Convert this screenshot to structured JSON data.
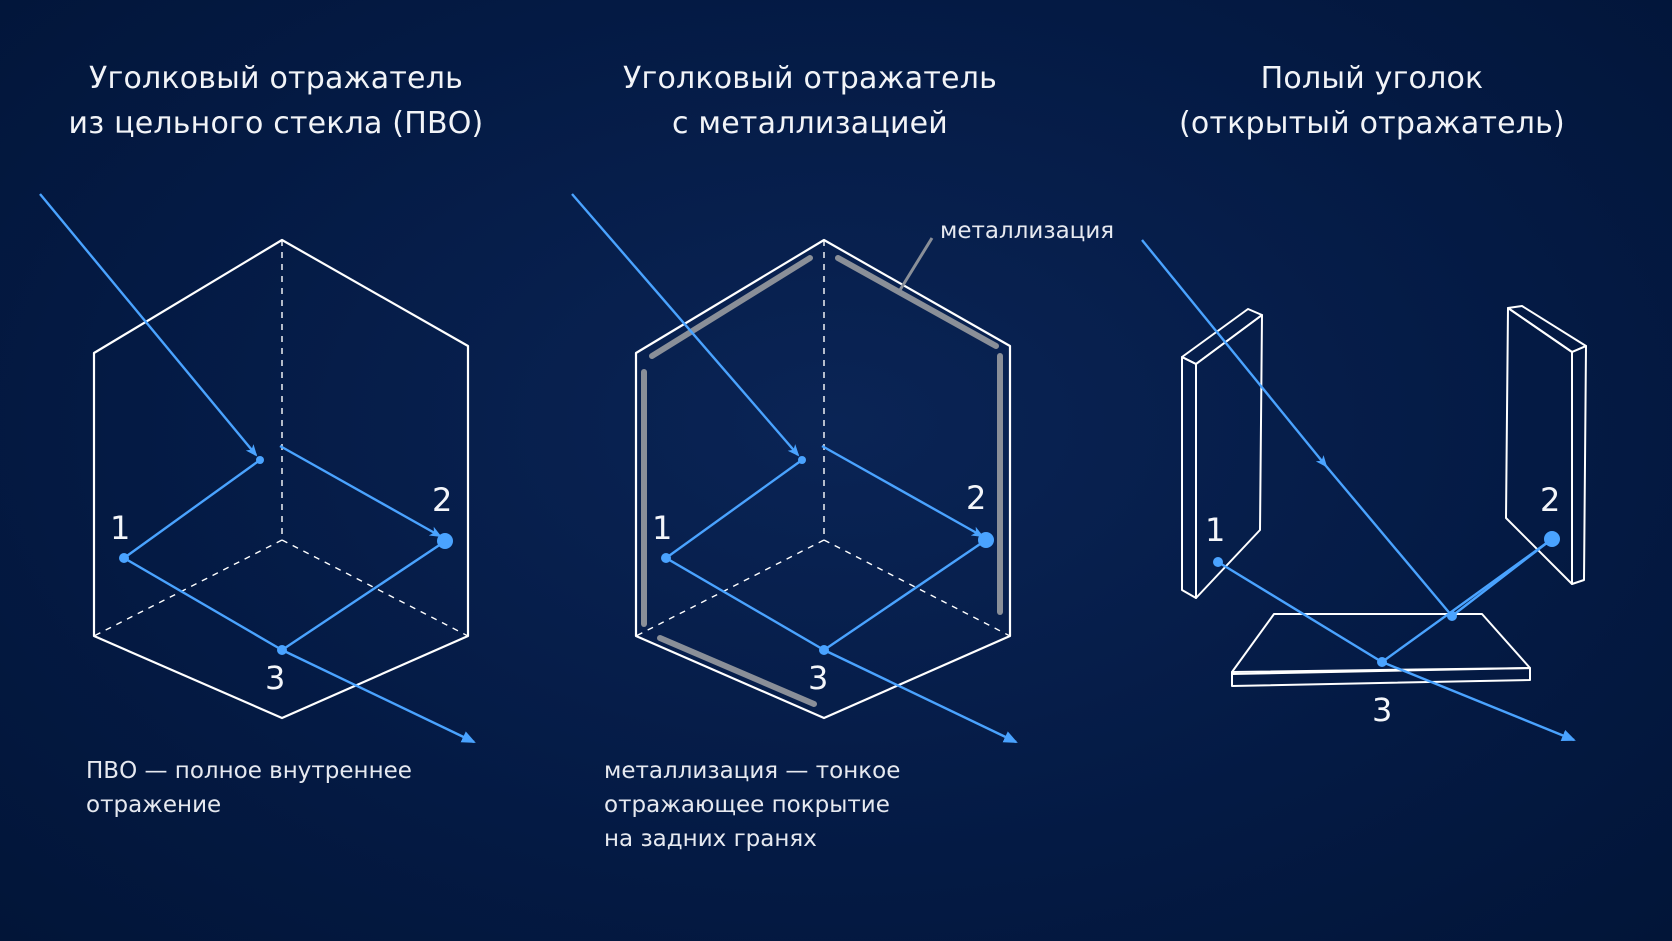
{
  "panels": [
    {
      "title_line1": "Уголковый отражатель",
      "title_line2": "из цельного стекла (ПВО)",
      "point_labels": [
        "1",
        "2",
        "3"
      ],
      "note_lines": [
        "ПВО — полное внутреннее",
        "отражение"
      ]
    },
    {
      "title_line1": "Уголковый отражатель",
      "title_line2": "с металлизацией",
      "callout": "металлизация",
      "point_labels": [
        "1",
        "2",
        "3"
      ],
      "note_lines": [
        "металлизация — тонкое",
        "отражающее покрытие",
        "на задних гранях"
      ]
    },
    {
      "title_line1": "Полый уголок",
      "title_line2": "(открытый отражатель)",
      "point_labels": [
        "1",
        "2",
        "3"
      ]
    }
  ],
  "colors": {
    "background": "#031a45",
    "ray": "#4aa3ff",
    "outline": "#ffffff",
    "metal": "#8a8f98"
  }
}
